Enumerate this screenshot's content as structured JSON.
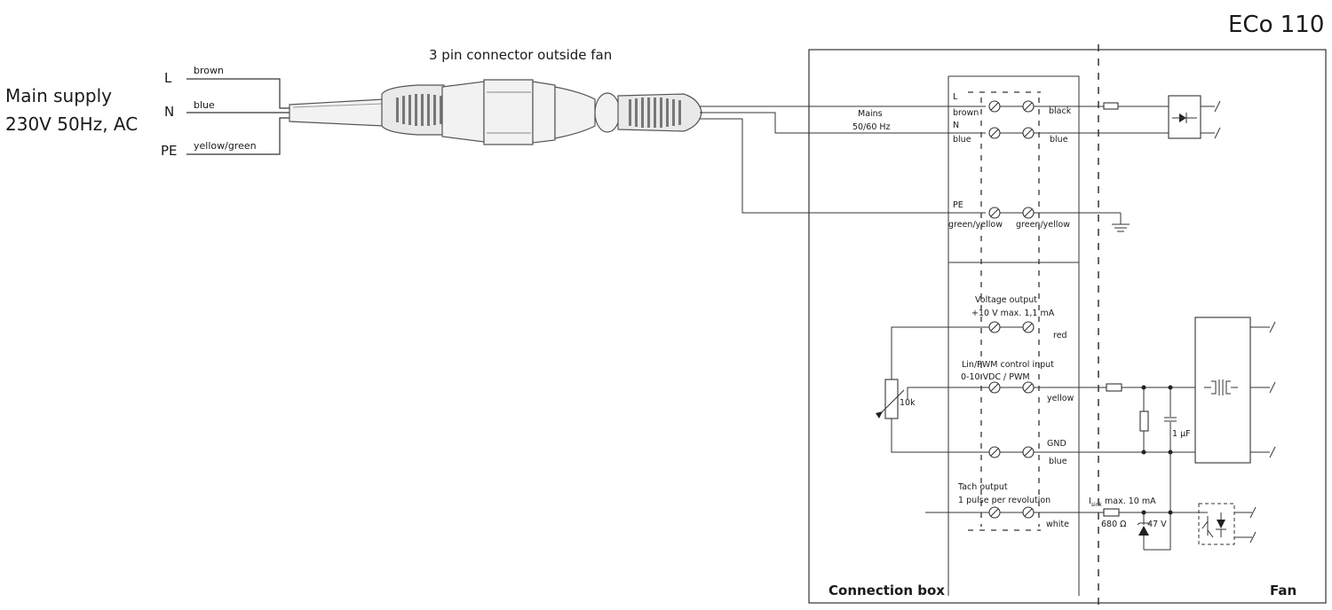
{
  "title": "ECo 110",
  "supply": {
    "line1": "Main supply",
    "line2": "230V 50Hz, AC",
    "l": "L",
    "n": "N",
    "pe": "PE",
    "wire_l": "brown",
    "wire_n": "blue",
    "wire_pe": "yellow/green"
  },
  "connector_label": "3 pin connector outside fan",
  "mains": {
    "label": "Mains",
    "freq": "50/60 Hz"
  },
  "terminals": {
    "l_label": "L",
    "l_left": "brown",
    "l_right": "black",
    "n_label": "N",
    "n_left": "blue",
    "n_right": "blue",
    "pe_label": "PE",
    "pe_left": "green/yellow",
    "pe_right": "green/yellow"
  },
  "voltage_output": {
    "label": "Voltage output",
    "spec": "+10 V max. 1,1 mA",
    "wire": "red"
  },
  "control_input": {
    "label": "Lin/PWM control input",
    "spec": "0-10 VDC / PWM",
    "wire": "yellow"
  },
  "potentiometer": "10k",
  "gnd": {
    "label": "GND",
    "wire": "blue"
  },
  "capacitor": "1 µF",
  "tach": {
    "label": "Tach output",
    "spec": "1 pulse per revolution",
    "wire": "white",
    "current": "I",
    "current_sub": "sink",
    "current_spec": "max. 10 mA",
    "resistor": "680 Ω",
    "zener": "47 V"
  },
  "sections": {
    "connection_box": "Connection box",
    "fan": "Fan"
  }
}
